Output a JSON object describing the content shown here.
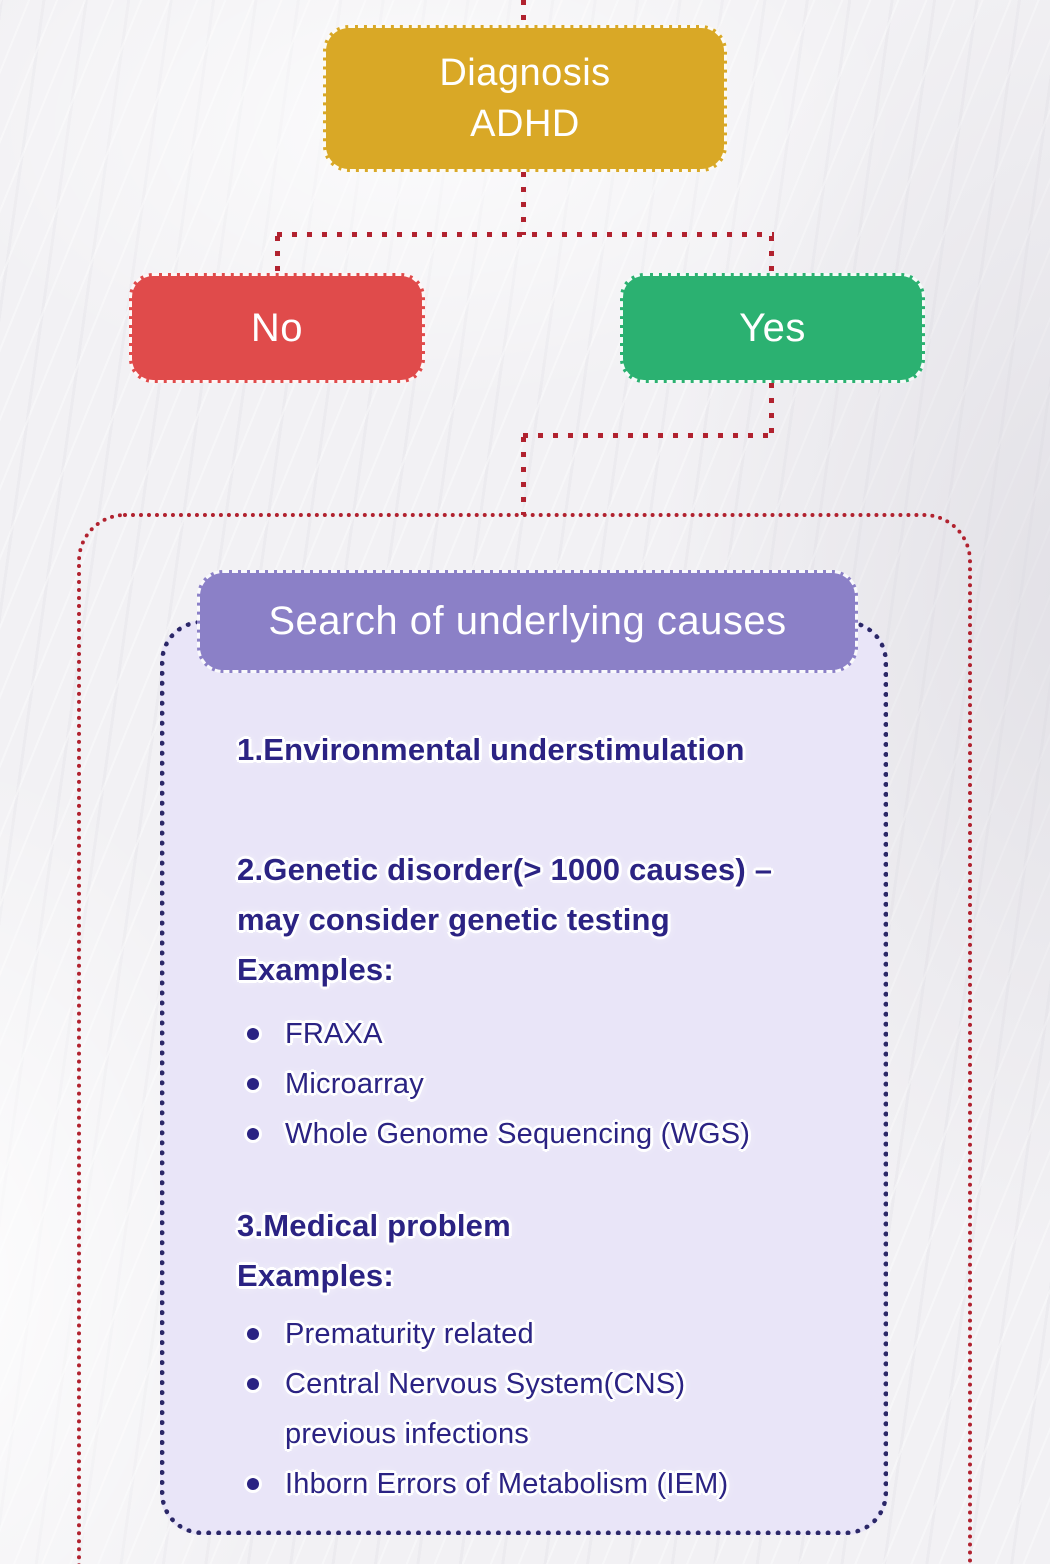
{
  "colors": {
    "connector": "#b1222f",
    "diagnosis_box": "#d9a826",
    "no_box": "#e04b4b",
    "yes_box": "#2bb171",
    "header_box": "#8b80c7",
    "panel_bg": "#e9e5f8",
    "panel_border": "#2b2768",
    "text": "#2b2383"
  },
  "flow": {
    "diagnosis_line1": "Diagnosis",
    "diagnosis_line2": "ADHD",
    "no_label": "No",
    "yes_label": "Yes"
  },
  "causes": {
    "title": "Search of underlying causes",
    "item1": "1.Environmental understimulation",
    "item2_line1": "2.Genetic disorder(> 1000 causes) –",
    "item2_line2": "may consider genetic testing",
    "examples_label_1": "Examples:",
    "genetic_bullets": [
      "FRAXA",
      "Microarray",
      "Whole Genome Sequencing (WGS)"
    ],
    "item3": "3.Medical problem",
    "examples_label_2": "Examples:",
    "medical_bullets": [
      "Prematurity related",
      "Central Nervous System(CNS) previous infections",
      "Ihborn Errors of Metabolism (IEM)"
    ]
  }
}
